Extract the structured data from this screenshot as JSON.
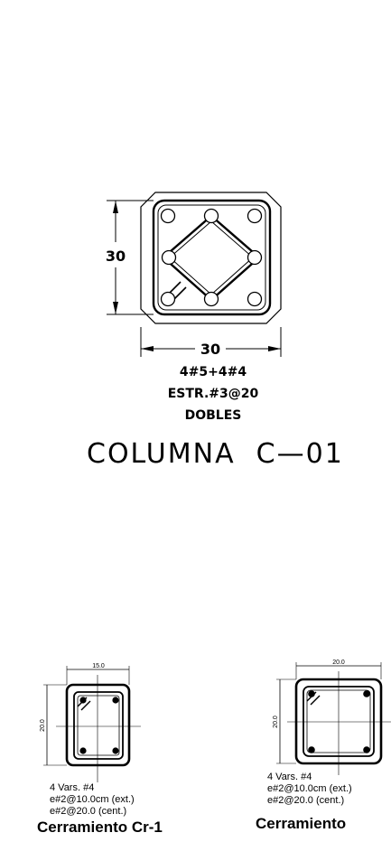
{
  "column": {
    "dim_height": "30",
    "dim_width": "30",
    "notes": [
      "4#5+4#4",
      "ESTR.#3@20",
      "DOBLES"
    ],
    "title": "COLUMNA  C—01"
  },
  "section_left": {
    "dim_width": "15.0",
    "dim_height": "20.0",
    "notes": [
      "4 Vars. #4",
      "e#2@10.0cm (ext.)",
      "e#2@20.0 (cent.)"
    ],
    "caption": "Cerramiento Cr-1"
  },
  "section_right": {
    "dim_width": "20.0",
    "dim_height": "20.0",
    "notes": [
      "4 Vars. #4",
      "e#2@10.0cm (ext.)",
      "e#2@20.0 (cent.)"
    ],
    "caption": "Cerramiento"
  }
}
